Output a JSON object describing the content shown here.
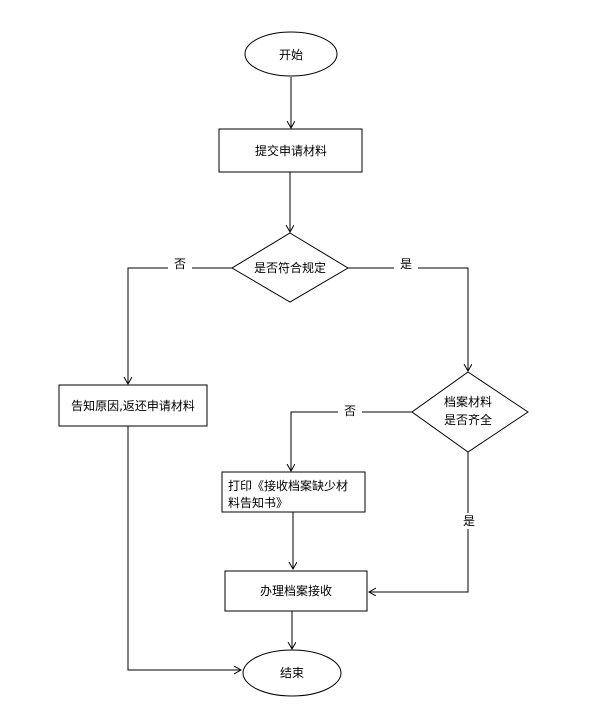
{
  "nodes": {
    "start": {
      "label": "开始"
    },
    "submit": {
      "label": "提交申请材料"
    },
    "check_rules": {
      "label": "是否符合规定"
    },
    "inform": {
      "label": "告知原因,返还申请材料"
    },
    "check_complete": {
      "lines": [
        "档案材料",
        "是否齐全"
      ]
    },
    "print_notice": {
      "lines": [
        "打印《接收档案缺少材",
        "料告知书》"
      ]
    },
    "handle": {
      "label": "办理档案接收"
    },
    "end": {
      "label": "结束"
    }
  },
  "edge_labels": {
    "no1": "否",
    "yes1": "是",
    "no2": "否",
    "yes2": "是"
  },
  "colors": {
    "stroke": "#000000",
    "text": "#000000",
    "background": "#ffffff"
  }
}
